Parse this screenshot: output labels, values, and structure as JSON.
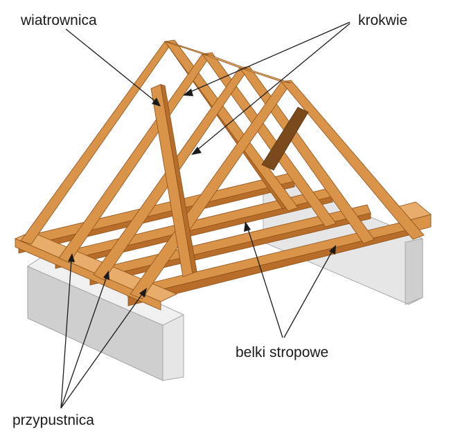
{
  "labels": {
    "windbrace": "wiatrownica",
    "rafters": "krokwie",
    "ceiling_beams": "belki stropowe",
    "sole_plate": "przypustnica"
  },
  "colors": {
    "wood_face": "#d9944a",
    "wood_side": "#b86e2a",
    "wood_top": "#e8ad6a",
    "concrete": "#cfcfcf",
    "line": "#1a1a1a"
  }
}
